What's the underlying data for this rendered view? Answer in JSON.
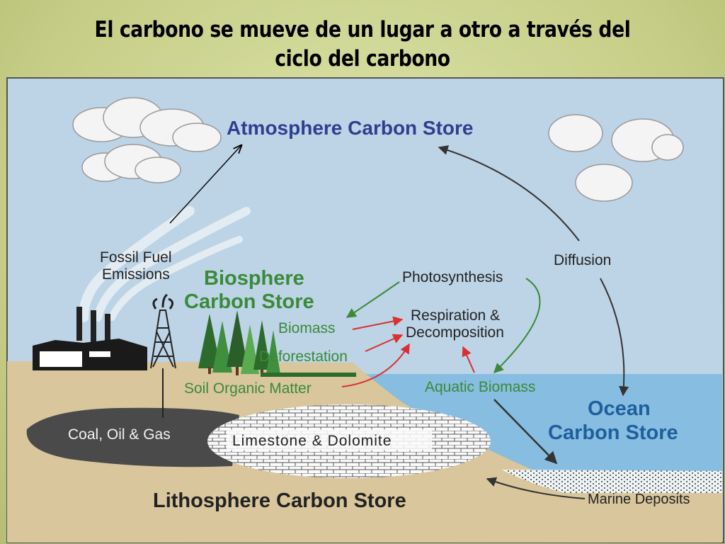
{
  "slide": {
    "title_line1": "El carbono se mueve de un lugar a otro a través del",
    "title_line2": "ciclo del carbono"
  },
  "diagram": {
    "atmosphere_store": "Atmosphere Carbon Store",
    "biosphere_store_line1": "Biosphere",
    "biosphere_store_line2": "Carbon Store",
    "ocean_store_line1": "Ocean",
    "ocean_store_line2": "Carbon Store",
    "lithosphere_store": "Lithosphere Carbon Store",
    "fossil_fuel_line1": "Fossil Fuel",
    "fossil_fuel_line2": "Emissions",
    "photosynthesis": "Photosynthesis",
    "respiration_line1": "Respiration &",
    "respiration_line2": "Decomposition",
    "diffusion": "Diffusion",
    "biomass": "Biomass",
    "deforestation": "Deforestation",
    "soil_organic_matter": "Soil Organic Matter",
    "aquatic_biomass": "Aquatic Biomass",
    "coal_oil_gas": "Coal, Oil & Gas",
    "limestone_dolomite": "Limestone & Dolomite",
    "marine_deposits": "Marine Deposits"
  },
  "colors": {
    "store_atmosphere": "#2e3f8f",
    "store_biosphere": "#3a8a3a",
    "store_ocean": "#1f5f9e",
    "store_lithosphere": "#222222",
    "flow_green": "#3a8a3a",
    "flow_red": "#d93030",
    "sky": "#bdd3e6",
    "ground": "#d9c69c",
    "ocean": "#86bde0"
  }
}
